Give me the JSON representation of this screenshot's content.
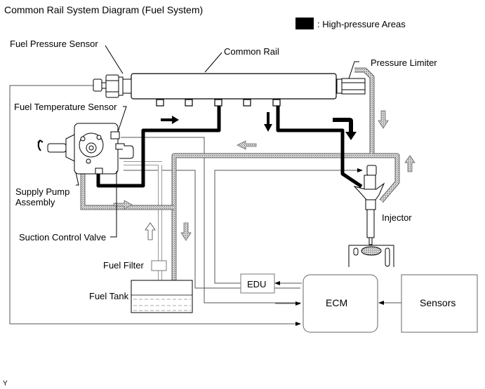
{
  "title": "Common Rail System Diagram (Fuel System)",
  "legend": {
    "swatch_color": "#000000",
    "label": ": High-pressure Areas"
  },
  "labels": {
    "fuel_pressure_sensor": "Fuel Pressure Sensor",
    "common_rail": "Common Rail",
    "pressure_limiter": "Pressure Limiter",
    "fuel_temperature_sensor": "Fuel Temperature Sensor",
    "supply_pump_line1": "Supply Pump",
    "supply_pump_line2": "Assembly",
    "suction_control_valve": "Suction Control Valve",
    "fuel_filter": "Fuel Filter",
    "fuel_tank": "Fuel Tank",
    "injector": "Injector"
  },
  "boxes": {
    "edu": "EDU",
    "ecm": "ECM",
    "sensors": "Sensors"
  },
  "footer_mark": "Y",
  "colors": {
    "high_pressure": "#000000",
    "return_line": "#a8a8a8",
    "signal_line": "#555555",
    "outline": "#000000"
  }
}
